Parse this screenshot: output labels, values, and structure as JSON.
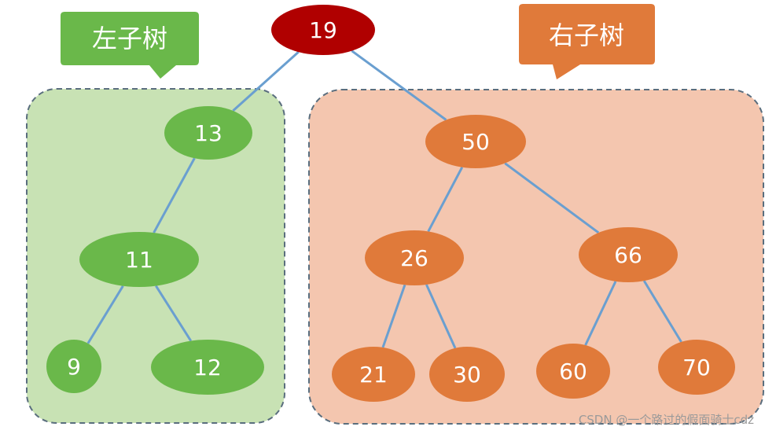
{
  "regions": {
    "left": {
      "label": "左子树",
      "fill": "#c8e2b4",
      "callout": "#6ab84a"
    },
    "right": {
      "label": "右子树",
      "fill": "#f4c6af",
      "callout": "#e07a3a"
    }
  },
  "nodes": [
    {
      "id": "n19",
      "value": "19",
      "group": "root"
    },
    {
      "id": "n13",
      "value": "13",
      "group": "left"
    },
    {
      "id": "n11",
      "value": "11",
      "group": "left"
    },
    {
      "id": "n9",
      "value": "9",
      "group": "left"
    },
    {
      "id": "n12",
      "value": "12",
      "group": "left"
    },
    {
      "id": "n50",
      "value": "50",
      "group": "right"
    },
    {
      "id": "n26",
      "value": "26",
      "group": "right"
    },
    {
      "id": "n66",
      "value": "66",
      "group": "right"
    },
    {
      "id": "n21",
      "value": "21",
      "group": "right"
    },
    {
      "id": "n30",
      "value": "30",
      "group": "right"
    },
    {
      "id": "n60",
      "value": "60",
      "group": "right"
    },
    {
      "id": "n70",
      "value": "70",
      "group": "right"
    }
  ],
  "edges": [
    [
      "n19",
      "n13"
    ],
    [
      "n19",
      "n50"
    ],
    [
      "n13",
      "n11"
    ],
    [
      "n11",
      "n9"
    ],
    [
      "n11",
      "n12"
    ],
    [
      "n50",
      "n26"
    ],
    [
      "n50",
      "n66"
    ],
    [
      "n26",
      "n21"
    ],
    [
      "n26",
      "n30"
    ],
    [
      "n66",
      "n60"
    ],
    [
      "n66",
      "n70"
    ]
  ],
  "colors": {
    "root": "#b00000",
    "left": "#6ab84a",
    "right": "#e07a3a",
    "edge": "#6a9fd0",
    "region_border": "#5a6e7e"
  },
  "watermark": "CSDN @一个路过的假面骑士cdz"
}
